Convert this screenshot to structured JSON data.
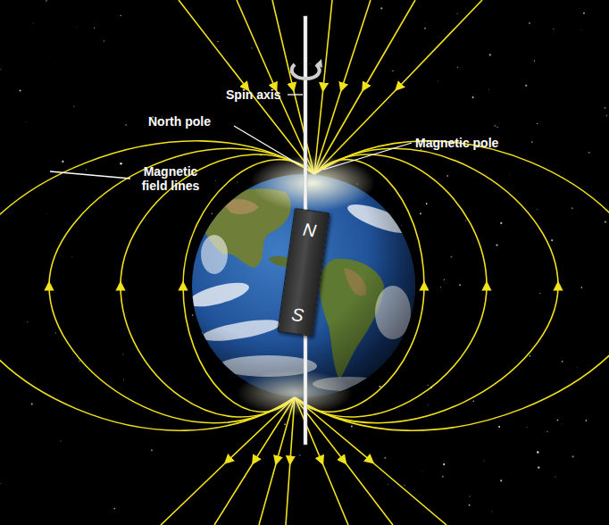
{
  "diagram": {
    "nodes": [
      {
        "text": [
          "N",
          "S"
        ]
      }
    ],
    "labels": [
      "Spin axis",
      "North pole",
      "Magnetic pole",
      "Magnetic field lines"
    ]
  }
}
